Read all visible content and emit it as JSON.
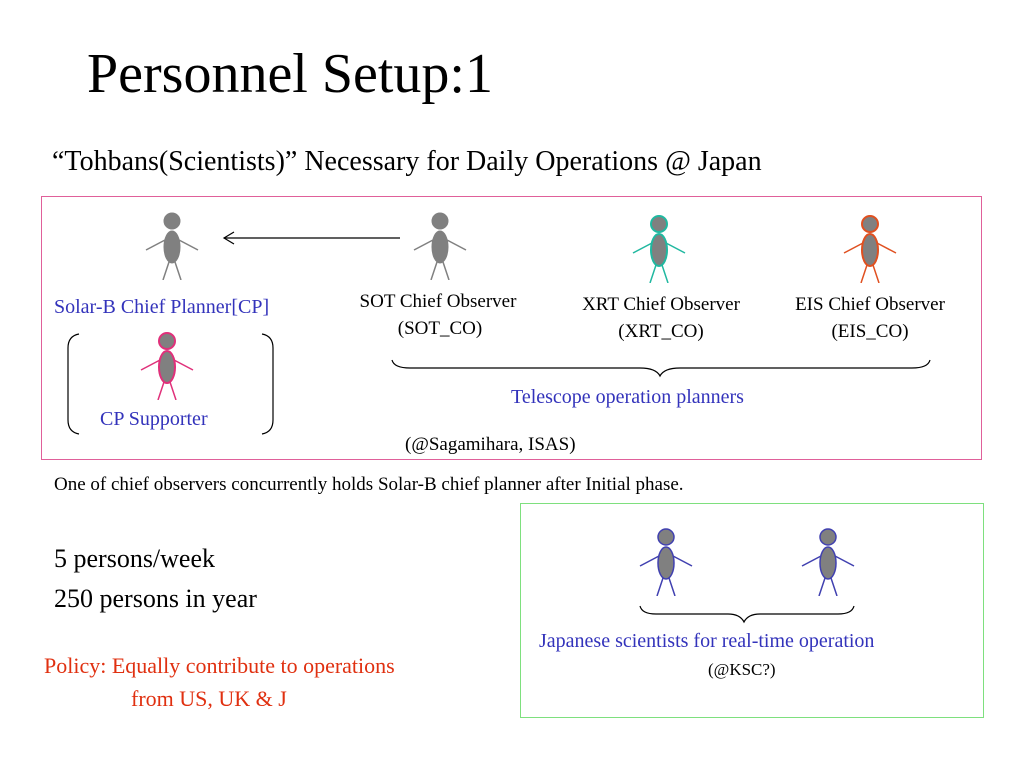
{
  "slide": {
    "title": "Personnel Setup:1",
    "subtitle": "“Tohbans(Scientists)” Necessary for Daily Operations @ Japan"
  },
  "top_box": {
    "cp_label": "Solar-B Chief Planner[CP]",
    "cp_supporter_label": "CP  Supporter",
    "sot_line1": "SOT Chief Observer",
    "sot_line2": "(SOT_CO)",
    "xrt_line1": "XRT Chief Observer",
    "xrt_line2": "(XRT_CO)",
    "eis_line1": "EIS Chief Observer",
    "eis_line2": "(EIS_CO)",
    "telescope_label": "Telescope operation planners",
    "location": "(@Sagamihara, ISAS)"
  },
  "note": "One of chief observers concurrently holds Solar-B chief planner after Initial phase.",
  "stats": {
    "line1": "5 persons/week",
    "line2": "250 persons in year"
  },
  "policy": {
    "line1": "Policy: Equally contribute to operations",
    "line2": "from US, UK & J"
  },
  "bottom_box": {
    "label": "Japanese scientists for real-time operation",
    "location": "(@KSC?)"
  },
  "colors": {
    "gray_figure": "#808080",
    "cp_supporter_outline": "#e0307a",
    "xrt_outline": "#20b8a0",
    "eis_outline": "#e05020",
    "japanese_outline": "#4040b0",
    "label_blue": "#3333bb",
    "policy_red": "#e03010",
    "box_pink": "#e0609a",
    "box_green": "#7ee07e"
  },
  "icons": [
    "person-icon",
    "arrow-left-icon",
    "brace-icon",
    "bracket-icon"
  ]
}
